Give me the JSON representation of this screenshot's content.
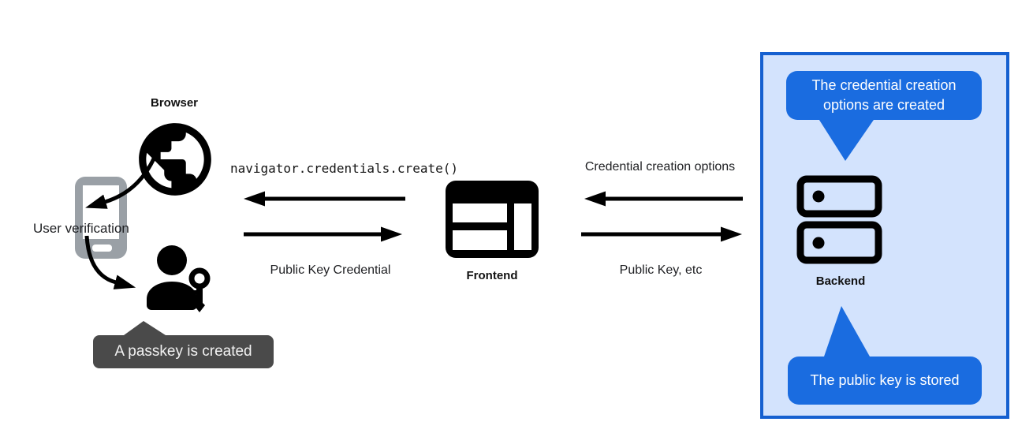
{
  "browser": {
    "label": "Browser"
  },
  "user_verification": {
    "label": "User verification"
  },
  "passkey_tooltip": {
    "text": "A passkey is created"
  },
  "frontend": {
    "label": "Frontend"
  },
  "backend": {
    "label": "Backend",
    "top_callout": "The credential creation options are created",
    "bottom_callout": "The public key is stored"
  },
  "arrows": {
    "frontend_to_browser": "navigator.credentials.create()",
    "browser_to_frontend": "Public Key Credential",
    "backend_to_frontend": "Credential creation options",
    "frontend_to_backend": "Public Key, etc"
  },
  "icons": {
    "browser": "globe-icon",
    "device": "smartphone-icon",
    "user": "person-with-key-icon",
    "frontend": "browser-window-icon",
    "backend": "server-stack-icon"
  },
  "colors": {
    "accent_blue": "#1a6ce0",
    "panel_fill": "#d3e3fd",
    "panel_border": "#1560d0",
    "tooltip_gray": "#4a4a4a",
    "icon_black": "#000000",
    "device_gray": "#9aa0a6"
  }
}
